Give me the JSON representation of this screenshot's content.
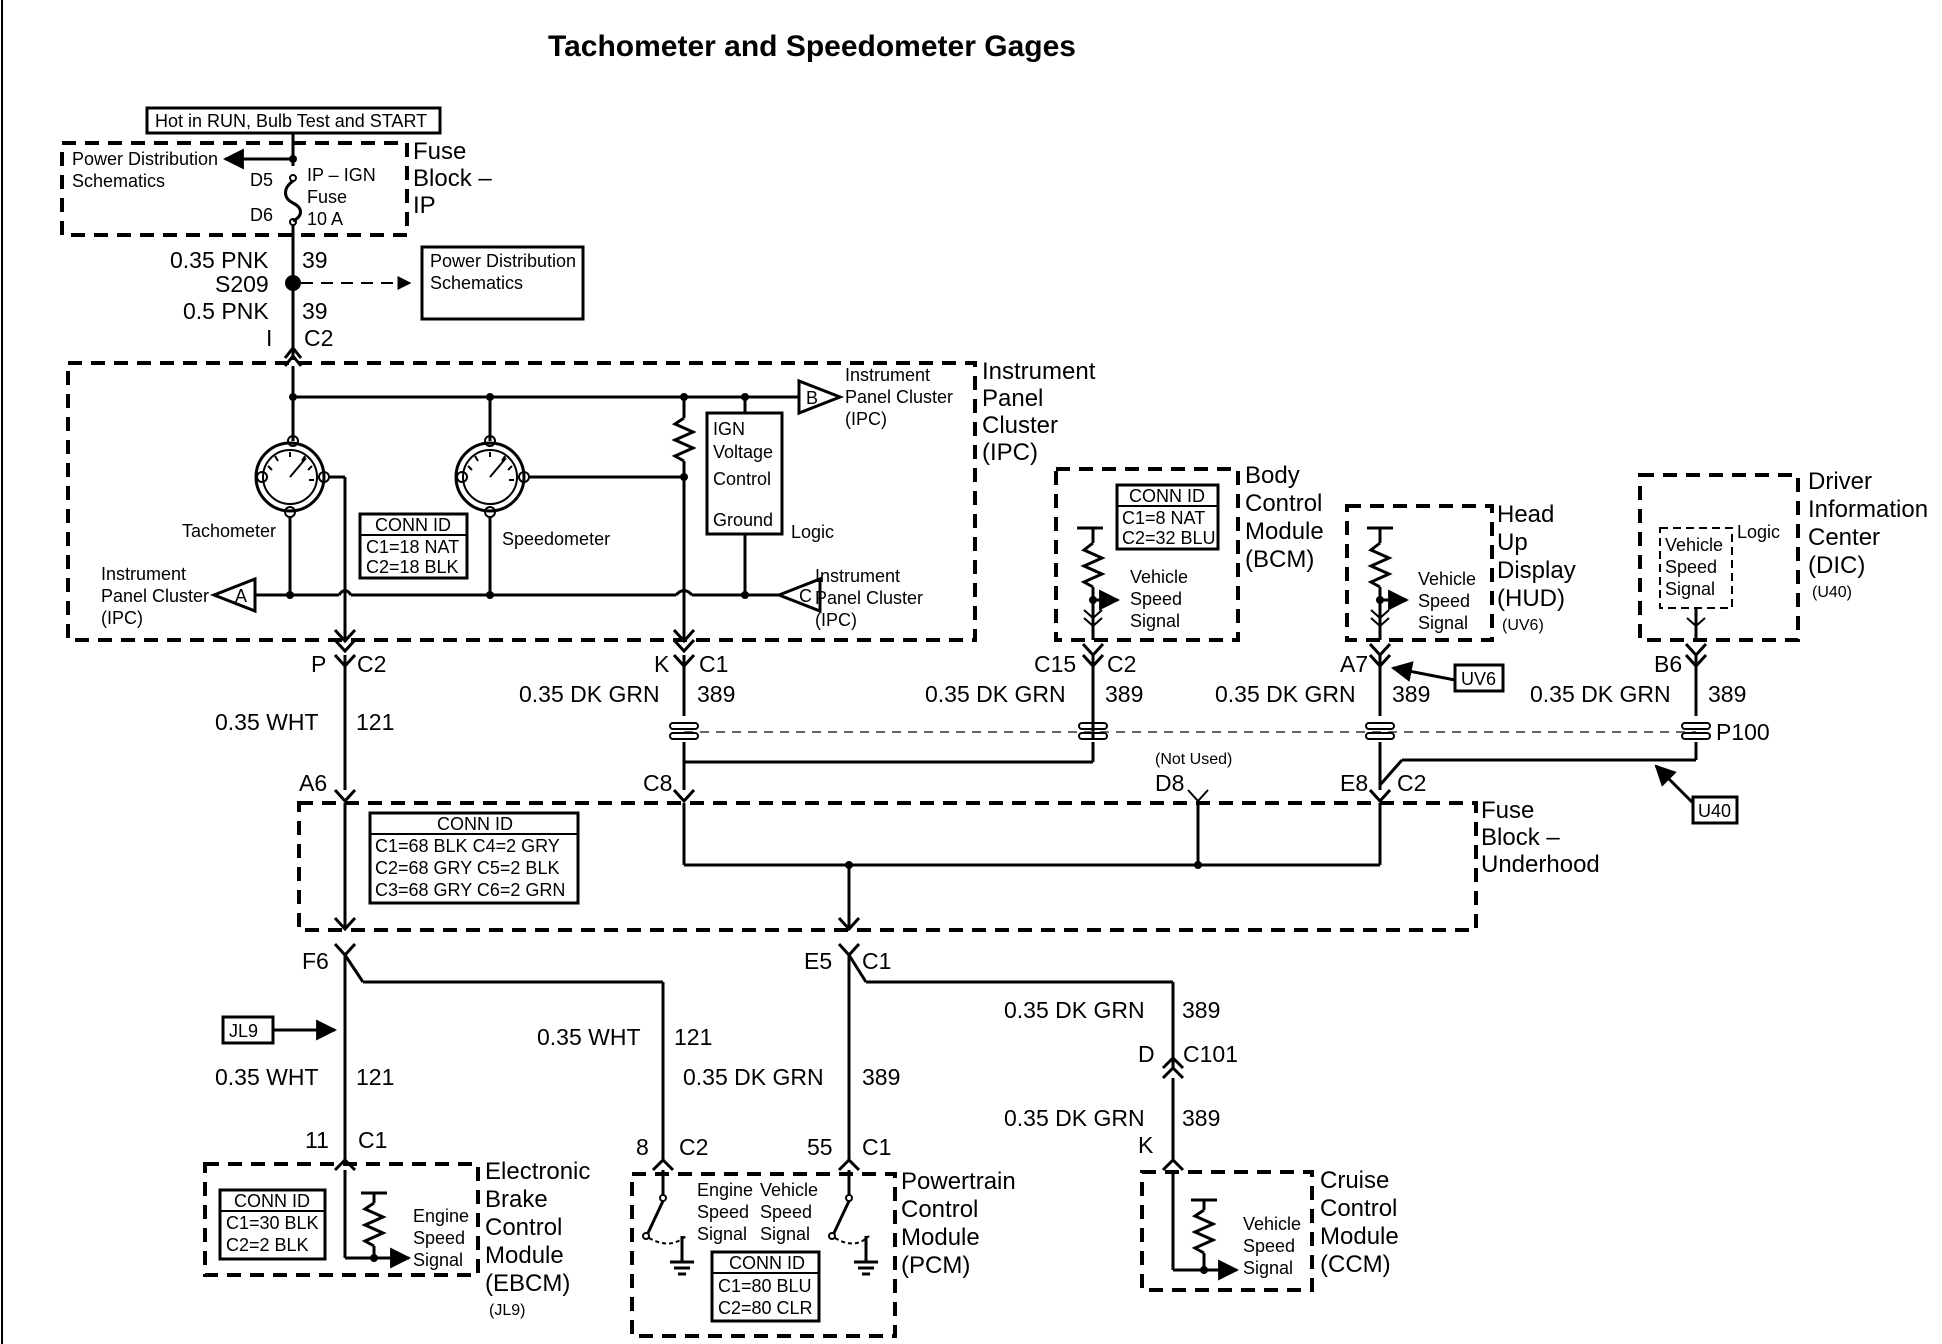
{
  "title": "Tachometer and Speedometer Gages",
  "hot_label": "Hot in RUN, Bulb Test and START",
  "fuse_ip": {
    "name": [
      "Fuse",
      "Block –",
      "IP"
    ],
    "pds_label": [
      "Power Distribution",
      "Schematics"
    ],
    "pin_top": "D5",
    "pin_bottom": "D6",
    "fuse_lines": [
      "IP – IGN",
      "Fuse",
      "10 A"
    ]
  },
  "supply": {
    "wire1": "0.35 PNK",
    "circuit1": "39",
    "splice": "S209",
    "wire2": "0.5 PNK",
    "circuit2": "39",
    "pin": "I",
    "conn": "C2",
    "pds_box": [
      "Power Distribution",
      "Schematics"
    ]
  },
  "ipc": {
    "name": [
      "Instrument",
      "Panel",
      "Cluster",
      "(IPC)"
    ],
    "tach_label": "Tachometer",
    "speedo_label": "Speedometer",
    "conn_id": [
      "CONN ID",
      "C1=18 NAT",
      "C2=18 BLK"
    ],
    "ign_box": [
      "IGN",
      "Voltage",
      "Control",
      "Ground"
    ],
    "logic": "Logic",
    "ref_a": {
      "letter": "A",
      "text": [
        "Instrument",
        "Panel Cluster",
        "(IPC)"
      ]
    },
    "ref_b": {
      "letter": "B",
      "text": [
        "Instrument",
        "Panel Cluster",
        "(IPC)"
      ]
    },
    "ref_c": {
      "letter": "C",
      "text": [
        "Instrument",
        "Panel Cluster",
        "(IPC)"
      ]
    }
  },
  "bcm": {
    "name": [
      "Body",
      "Control",
      "Module",
      "(BCM)"
    ],
    "conn_id": [
      "CONN ID",
      "C1=8 NAT",
      "C2=32 BLU"
    ],
    "signal": [
      "Vehicle",
      "Speed",
      "Signal"
    ]
  },
  "hud": {
    "name": [
      "Head",
      "Up",
      "Display",
      "(HUD)"
    ],
    "option": "(UV6)",
    "signal": [
      "Vehicle",
      "Speed",
      "Signal"
    ]
  },
  "dic": {
    "name": [
      "Driver",
      "Information",
      "Center",
      "(DIC)"
    ],
    "option": "(U40)",
    "signal": [
      "Vehicle",
      "Speed",
      "Signal"
    ],
    "logic": "Logic"
  },
  "connectors": {
    "p": "P",
    "p_conn": "C2",
    "k": "K",
    "k_conn": "C1",
    "c15": "C15",
    "c15_conn": "C2",
    "a7": "A7",
    "b6": "B6",
    "p100": "P100",
    "a6": "A6",
    "c8": "C8",
    "d8": "D8",
    "not_used": "(Not Used)",
    "e8": "E8",
    "e8_conn": "C2",
    "f6": "F6",
    "e5": "E5",
    "e5_conn": "C1",
    "d": "D",
    "c101": "C101",
    "k2": "K",
    "ebcm_pin": "11",
    "ebcm_conn": "C1",
    "pcm_pin8": "8",
    "pcm_conn8": "C2",
    "pcm_pin55": "55",
    "pcm_conn55": "C1"
  },
  "wires": {
    "wht": "0.35 WHT",
    "wht_circuit": "121",
    "dkgrn": "0.35 DK GRN",
    "dkgrn_circuit": "389"
  },
  "options": {
    "uv6": "UV6",
    "u40": "U40",
    "jl9": "JL9"
  },
  "fuse_uh": {
    "name": [
      "Fuse",
      "Block –",
      "Underhood"
    ],
    "conn_id": [
      "CONN ID",
      "C1=68 BLK  C4=2 GRY",
      "C2=68 GRY C5=2 BLK",
      "C3=68 GRY C6=2 GRN"
    ]
  },
  "ebcm": {
    "name": [
      "Electronic",
      "Brake",
      "Control",
      "Module",
      "(EBCM)"
    ],
    "option": "(JL9)",
    "conn_id": [
      "CONN ID",
      "C1=30 BLK",
      "C2=2 BLK"
    ],
    "signal": [
      "Engine",
      "Speed",
      "Signal"
    ]
  },
  "pcm": {
    "name": [
      "Powertrain",
      "Control",
      "Module",
      "(PCM)"
    ],
    "engine_signal": [
      "Engine",
      "Speed",
      "Signal"
    ],
    "vehicle_signal": [
      "Vehicle",
      "Speed",
      "Signal"
    ],
    "conn_id": [
      "CONN ID",
      "C1=80 BLU",
      "C2=80 CLR"
    ]
  },
  "ccm": {
    "name": [
      "Cruise",
      "Control",
      "Module",
      "(CCM)"
    ],
    "signal": [
      "Vehicle",
      "Speed",
      "Signal"
    ]
  }
}
